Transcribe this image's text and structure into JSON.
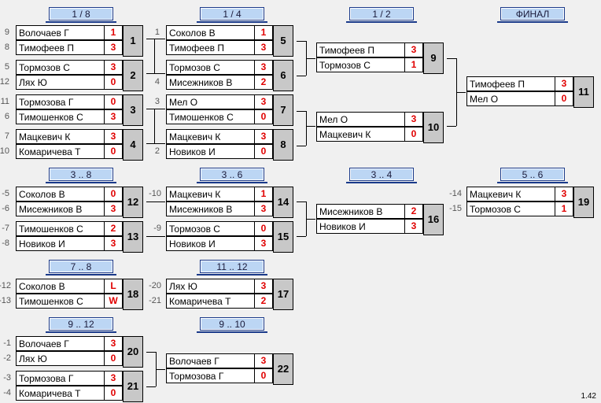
{
  "headers": {
    "r16": "1 / 8",
    "qf": "1 / 4",
    "sf": "1 / 2",
    "final": "ФИНАЛ",
    "p3_8": "3 .. 8",
    "p3_6": "3 .. 6",
    "p3_4": "3 .. 4",
    "p5_6": "5 .. 6",
    "p7_8": "7 .. 8",
    "p11_12": "11 .. 12",
    "p9_12": "9 .. 12",
    "p9_10": "9 .. 10"
  },
  "matches": {
    "m1": {
      "id": "1",
      "a": "Волочаев Г",
      "sa": "1",
      "b": "Тимофеев П",
      "sb": "3",
      "seed_a": "9",
      "seed_b": "8"
    },
    "m2": {
      "id": "2",
      "a": "Тормозов С",
      "sa": "3",
      "b": "Лях Ю",
      "sb": "0",
      "seed_a": "5",
      "seed_b": "12"
    },
    "m3": {
      "id": "3",
      "a": "Тормозова Г",
      "sa": "0",
      "b": "Тимошенков С",
      "sb": "3",
      "seed_a": "11",
      "seed_b": "6"
    },
    "m4": {
      "id": "4",
      "a": "Мацкевич К",
      "sa": "3",
      "b": "Комаричева Т",
      "sb": "0",
      "seed_a": "7",
      "seed_b": "10"
    },
    "m5": {
      "id": "5",
      "a": "Соколов В",
      "sa": "1",
      "b": "Тимофеев П",
      "sb": "3",
      "seed_a": "1",
      "seed_b": ""
    },
    "m6": {
      "id": "6",
      "a": "Тормозов С",
      "sa": "3",
      "b": "Мисежников В",
      "sb": "2",
      "seed_a": "",
      "seed_b": "4"
    },
    "m7": {
      "id": "7",
      "a": "Мел О",
      "sa": "3",
      "b": "Тимошенков С",
      "sb": "0",
      "seed_a": "3",
      "seed_b": ""
    },
    "m8": {
      "id": "8",
      "a": "Мацкевич К",
      "sa": "3",
      "b": "Новиков И",
      "sb": "0",
      "seed_a": "",
      "seed_b": "2"
    },
    "m9": {
      "id": "9",
      "a": "Тимофеев П",
      "sa": "3",
      "b": "Тормозов С",
      "sb": "1",
      "seed_a": "",
      "seed_b": ""
    },
    "m10": {
      "id": "10",
      "a": "Мел О",
      "sa": "3",
      "b": "Мацкевич К",
      "sb": "0",
      "seed_a": "",
      "seed_b": ""
    },
    "m11": {
      "id": "11",
      "a": "Тимофеев П",
      "sa": "3",
      "b": "Мел О",
      "sb": "0",
      "seed_a": "",
      "seed_b": ""
    },
    "m12": {
      "id": "12",
      "a": "Соколов В",
      "sa": "0",
      "b": "Мисежников В",
      "sb": "3",
      "seed_a": "-5",
      "seed_b": "-6"
    },
    "m13": {
      "id": "13",
      "a": "Тимошенков С",
      "sa": "2",
      "b": "Новиков И",
      "sb": "3",
      "seed_a": "-7",
      "seed_b": "-8"
    },
    "m14": {
      "id": "14",
      "a": "Мацкевич К",
      "sa": "1",
      "b": "Мисежников В",
      "sb": "3",
      "seed_a": "-10",
      "seed_b": ""
    },
    "m15": {
      "id": "15",
      "a": "Тормозов С",
      "sa": "0",
      "b": "Новиков И",
      "sb": "3",
      "seed_a": "-9",
      "seed_b": ""
    },
    "m16": {
      "id": "16",
      "a": "Мисежников В",
      "sa": "2",
      "b": "Новиков И",
      "sb": "3",
      "seed_a": "",
      "seed_b": ""
    },
    "m19": {
      "id": "19",
      "a": "Мацкевич К",
      "sa": "3",
      "b": "Тормозов С",
      "sb": "1",
      "seed_a": "-14",
      "seed_b": "-15"
    },
    "m18": {
      "id": "18",
      "a": "Соколов В",
      "sa": "L",
      "b": "Тимошенков С",
      "sb": "W",
      "seed_a": "-12",
      "seed_b": "-13"
    },
    "m17": {
      "id": "17",
      "a": "Лях Ю",
      "sa": "3",
      "b": "Комаричева Т",
      "sb": "2",
      "seed_a": "-20",
      "seed_b": "-21"
    },
    "m20": {
      "id": "20",
      "a": "Волочаев Г",
      "sa": "3",
      "b": "Лях Ю",
      "sb": "0",
      "seed_a": "-1",
      "seed_b": "-2"
    },
    "m21": {
      "id": "21",
      "a": "Тормозова Г",
      "sa": "3",
      "b": "Комаричева Т",
      "sb": "0",
      "seed_a": "-3",
      "seed_b": "-4"
    },
    "m22": {
      "id": "22",
      "a": "Волочаев Г",
      "sa": "3",
      "b": "Тормозова Г",
      "sb": "0",
      "seed_a": "",
      "seed_b": ""
    }
  },
  "version": "1.42"
}
